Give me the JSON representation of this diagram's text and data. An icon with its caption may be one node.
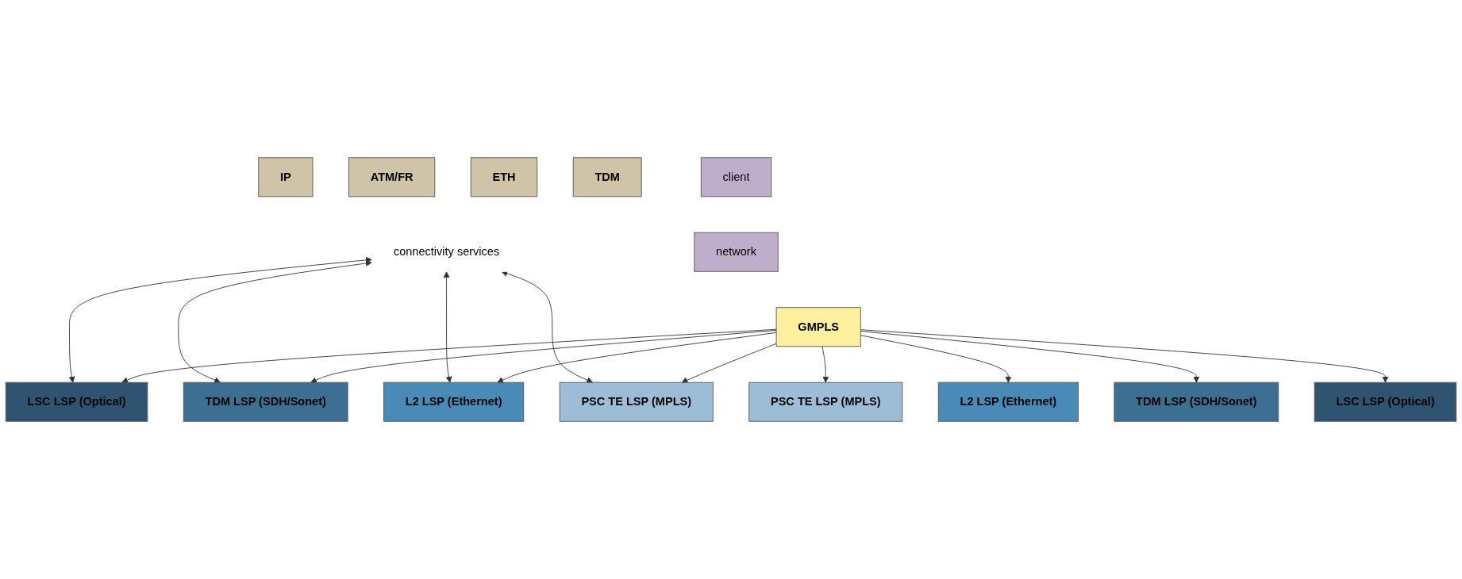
{
  "diagram": {
    "nodes": [
      {
        "text": [
          "IP"
        ]
      },
      {
        "text": [
          "ATM/FR"
        ]
      },
      {
        "text": [
          "ETH"
        ]
      },
      {
        "text": [
          "TDM"
        ]
      },
      {
        "text": [
          "connectivity services"
        ]
      },
      {
        "text": [
          "client"
        ]
      },
      {
        "text": [
          "network"
        ]
      },
      {
        "text": [
          "GMPLS"
        ]
      },
      {
        "text": [
          "PSC TE LSP (MPLS)"
        ]
      },
      {
        "text": [
          "L2 LSP (Ethernet)"
        ]
      },
      {
        "text": [
          "TDM LSP (SDH/Sonet)"
        ]
      },
      {
        "text": [
          "LSC LSP (Optical)"
        ]
      },
      {
        "text": [
          "PSC TE LSP (MPLS)"
        ]
      },
      {
        "text": [
          "L2 LSP (Ethernet)"
        ]
      },
      {
        "text": [
          "TDM LSP (SDH/Sonet)"
        ]
      },
      {
        "text": [
          "LSC LSP (Optical)"
        ]
      }
    ],
    "edges": [
      {
        "from": 4,
        "to": 11,
        "arrow": "both"
      },
      {
        "from": 4,
        "to": 10,
        "arrow": "both"
      },
      {
        "from": 4,
        "to": 9,
        "arrow": "both"
      },
      {
        "from": 4,
        "to": 8,
        "arrow": "both"
      },
      {
        "from": 7,
        "to": 8,
        "arrow": "to"
      },
      {
        "from": 7,
        "to": 12,
        "arrow": "to"
      },
      {
        "from": 7,
        "to": 9,
        "arrow": "to"
      },
      {
        "from": 7,
        "to": 13,
        "arrow": "to"
      },
      {
        "from": 7,
        "to": 10,
        "arrow": "to"
      },
      {
        "from": 7,
        "to": 14,
        "arrow": "to"
      },
      {
        "from": 7,
        "to": 11,
        "arrow": "to"
      },
      {
        "from": 7,
        "to": 15,
        "arrow": "to"
      }
    ]
  }
}
